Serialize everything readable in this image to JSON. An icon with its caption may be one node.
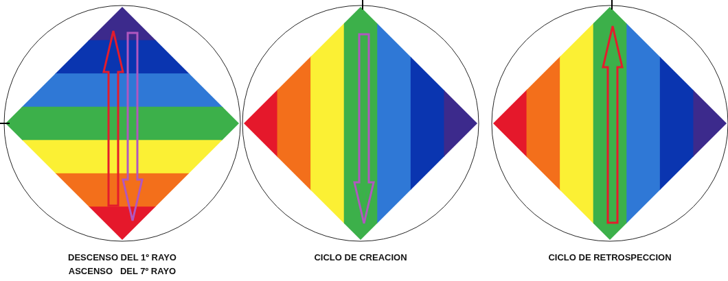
{
  "diagram": {
    "labels": [
      "DESCENSO DEL 1º RAYO",
      "ASCENSO   DEL 7º RAYO",
      "CICLO DE CREACION",
      "CICLO DE RETROSPECCION"
    ]
  }
}
